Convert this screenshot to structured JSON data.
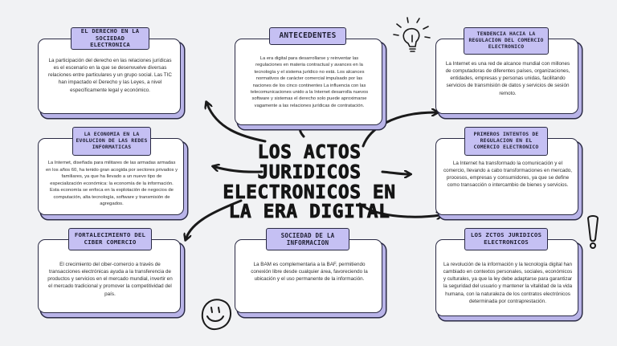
{
  "center": {
    "title": "LOS ACTOS JURIDICOS ELECTRONICOS EN LA ERA DIGITAL"
  },
  "cards": {
    "derecho": {
      "title": "EL DERECHO EN LA SOCIEDAD ELECTRONICA",
      "text": "La participación del derecho en las relaciones jurídicas es el escenario en la que se desenvuelve diversas relaciones entre particulares y un grupo social. Las TIC han impactado el Derecho y las Leyes, a nivel específicamente legal y económico."
    },
    "antecedentes": {
      "title": "ANTECEDENTES",
      "text": "La era digital para desarrollarse y reinventar las regulaciones en materia contractual y avances en la tecnología y el sistema jurídico no está. Los alcances normativos de carácter comercial impulsado por las naciones de los cinco continentes La influencia con las telecomunicaciones unido a la Internet desarrolla nuevos software y sistemas  el derecho solo puede aproximarse vagamente a las relaciones jurídicas de contratación."
    },
    "tendencia": {
      "title": "TENDENCIA HACIA LA REGULACION DEL COMERCIO ELECTRONICO",
      "text": "La Internet es una red de alcance mundial con millones de computadoras de diferentes países, organizaciones, entidades, empresas y personas unidas, facilitando servicios de transmisión de datos y servicios de sesión remoto."
    },
    "economia": {
      "title": "LA ECONOMIA EN LA EVOLUCION DE LAS REDES INFORMATICAS",
      "text": "La Internet, diseñada para militares de las armadas armadas en los años 60, ha tenido gran acogida por sectores privados y familiares, ya que ha llevado a un nuevo tipo de especialización económica: la economía de la información. Esta economía se enfoca en la explotación de negocios de computación, alta tecnología, software y transmisión de agregados."
    },
    "intentos": {
      "title": "PRIMEROS INTENTOS DE REGULACION EN EL COMERCIO ELECTRONICO",
      "text": "La Internet ha transformado la comunicación y el comercio, llevando a cabo transformaciones en mercado, procesos, empresas y consumidores, ya que se define como transacción o intercambio de bienes y servicios."
    },
    "fortalecimiento": {
      "title": "FORTALECIMIENTO DEL CIBER COMERCIO",
      "text": "El crecimiento del ciber-comercio a través de transacciones electrónicas ayuda a la transferencia de productos y servicios en el mercado mundial, invertir en el mercado tradicional y promover la competitividad del país."
    },
    "sociedad": {
      "title": "SOCIEDAD DE LA INFORMACION",
      "text": "La BAM es complementaria a la BAF, permitiendo conexión libre desde cualquier área, favoreciendo la ubicación y el uso permanente de la información."
    },
    "actos": {
      "title": "LOS ZCTOS JURIDICOS ELECTRONICOS",
      "text": "La revolución de la información y la tecnología digital han cambiado en contextos personales, sociales, económicos y culturales, ya que la ley debe adaptarse para garantizar la seguridad del usuario y mantener la vitalidad de la vida humana, con la naturaleza de los contratos electrónicos determinada por contraprestación."
    }
  },
  "colors": {
    "background": "#f1f2f4",
    "tag": "#c5c0f3",
    "shadow": "#b9b4e8",
    "ink": "#2a2a44"
  },
  "icons": [
    "lightbulb-icon",
    "exclamation-icon",
    "smiley-icon",
    "arrow-icon"
  ]
}
